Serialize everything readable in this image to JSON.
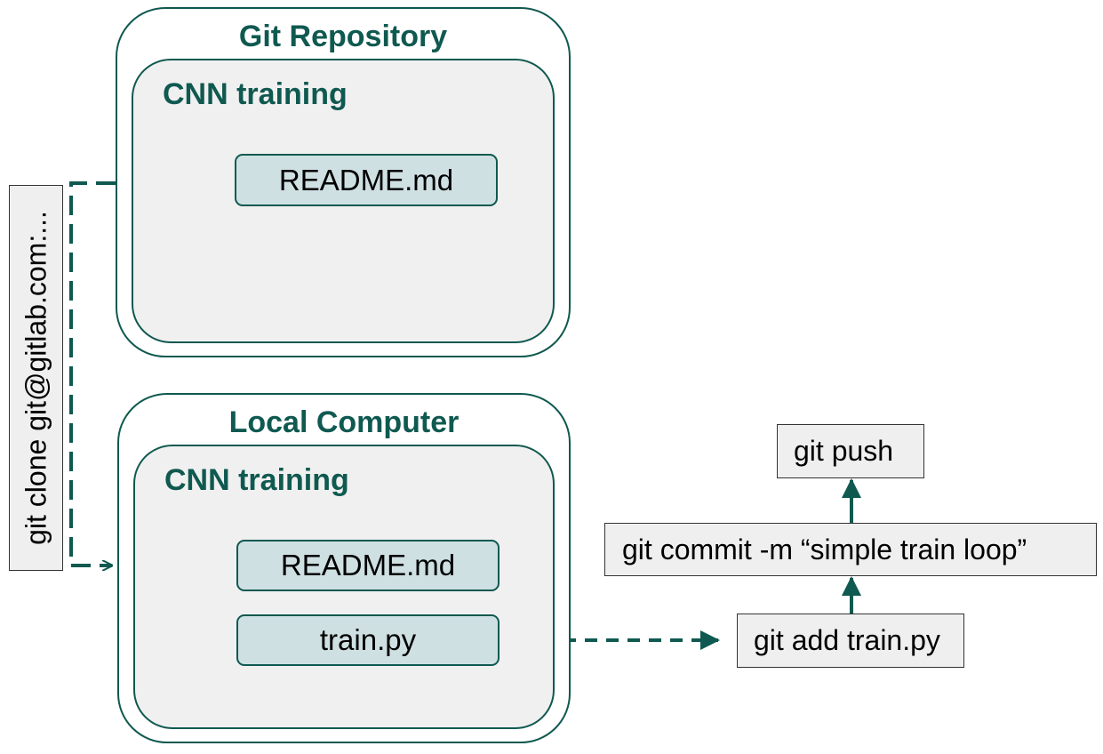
{
  "repo": {
    "title": "Git Repository",
    "folder": "CNN training",
    "files": [
      "README.md"
    ]
  },
  "local": {
    "title": "Local Computer",
    "folder": "CNN training",
    "files": [
      "README.md",
      "train.py"
    ]
  },
  "clone_command": "git clone git@gitlab.com:...",
  "commands": {
    "add": "git add train.py",
    "commit": "git commit -m  “simple train loop”",
    "push": "git push"
  },
  "colors": {
    "accent": "#0f5950",
    "file_fill": "#cfe0e3",
    "panel_fill": "#f0f0f0",
    "command_fill": "#efefef"
  }
}
